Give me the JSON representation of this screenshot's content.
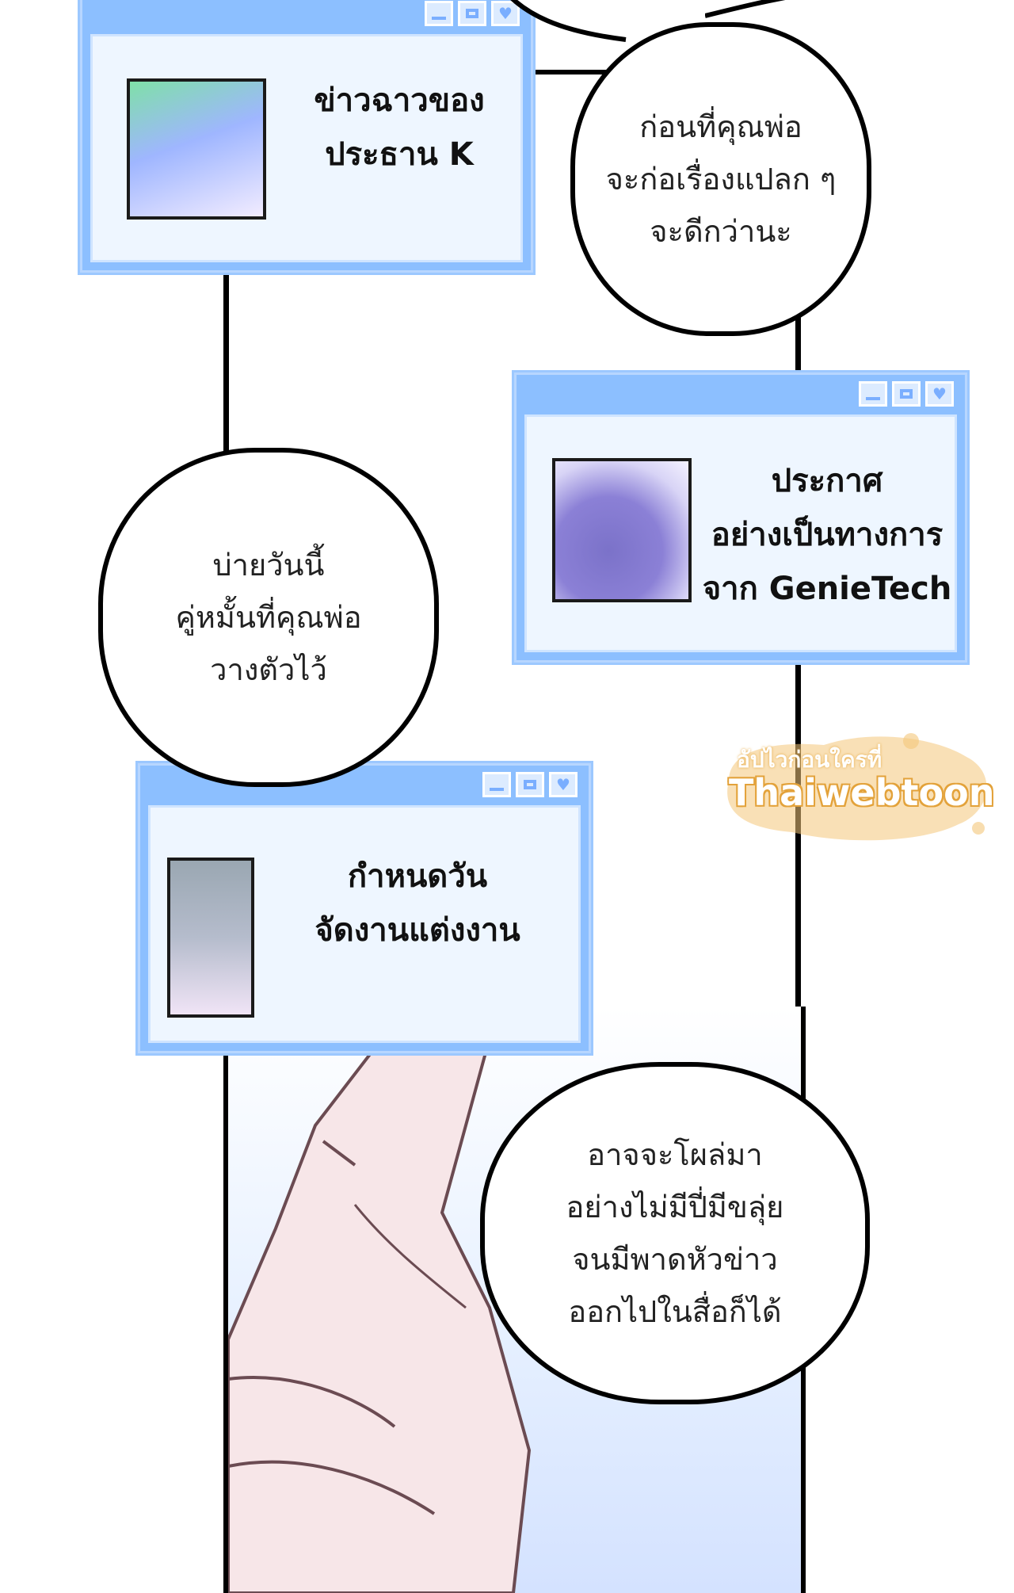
{
  "windows": [
    {
      "title_lines": [
        "ข่าวฉาวของ",
        "ประธาน K"
      ]
    },
    {
      "title_lines": [
        "ประกาศ",
        "อย่างเป็นทางการ",
        "จาก GenieTech"
      ]
    },
    {
      "title_lines": [
        "กำหนดวัน",
        "จัดงานแต่งงาน"
      ]
    }
  ],
  "bubbles": [
    {
      "text": "ก่อนที่คุณพ่อ\nจะก่อเรื่องแปลก ๆ\nจะดีกว่านะ"
    },
    {
      "text": "บ่ายวันนี้\nคู่หมั้นที่คุณพ่อ\nวางตัวไว้"
    },
    {
      "text": "อาจจะโผล่มา\nอย่างไม่มีปี่มีขลุ่ย\nจนมีพาดหัวข่าว\nออกไปในสื่อก็ได้"
    }
  ],
  "watermark": {
    "top_text": "อัปไวก่อนใครที่",
    "main_text": "Thaiwebtoon"
  },
  "icons": [
    "minimize-icon",
    "maximize-icon",
    "close-icon",
    "finger-illustration"
  ]
}
